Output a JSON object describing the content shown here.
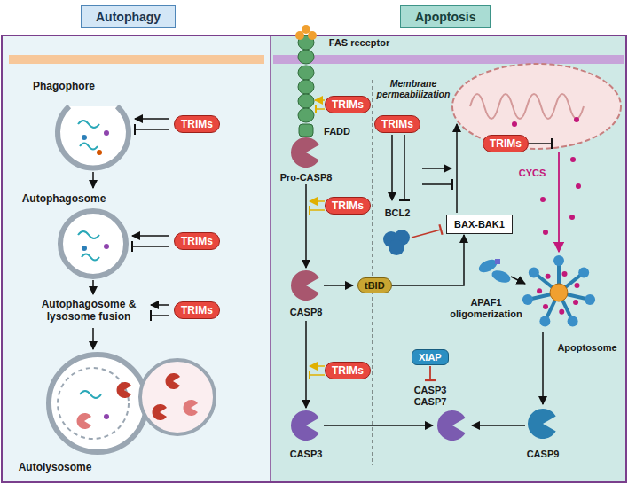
{
  "diagram": {
    "nodes": [
      {
        "text": [
          "Autophagy"
        ]
      },
      {
        "text": [
          "Apoptosis"
        ]
      },
      {
        "text": [
          "TRIMs"
        ]
      },
      {
        "text": [
          "TRIMs"
        ]
      },
      {
        "text": [
          "TRIMs"
        ]
      },
      {
        "text": [
          "TRIMs"
        ]
      },
      {
        "text": [
          "TRIMs"
        ]
      },
      {
        "text": [
          "TRIMs"
        ]
      },
      {
        "text": [
          "TRIMs"
        ]
      },
      {
        "text": [
          "tBID"
        ]
      },
      {
        "text": [
          "BAX-BAK1"
        ]
      },
      {
        "text": [
          "TRIMs"
        ]
      },
      {
        "text": [
          "XIAP"
        ]
      }
    ],
    "edges": [
      {
        "from": 9,
        "to": 10,
        "arrow": "to"
      }
    ],
    "labels": [
      "Phagophore",
      "Autophagosome",
      "Autophagosome & lysosome fusion",
      "Autolysosome",
      "FAS receptor",
      "Membrane permeabilization",
      "FADD",
      "Pro-CASP8",
      "BCL2",
      "CYCS",
      "CASP8",
      "APAF1 oligomerization",
      "Apoptosome",
      "CASP3 CASP7",
      "CASP3",
      "CASP9"
    ]
  }
}
